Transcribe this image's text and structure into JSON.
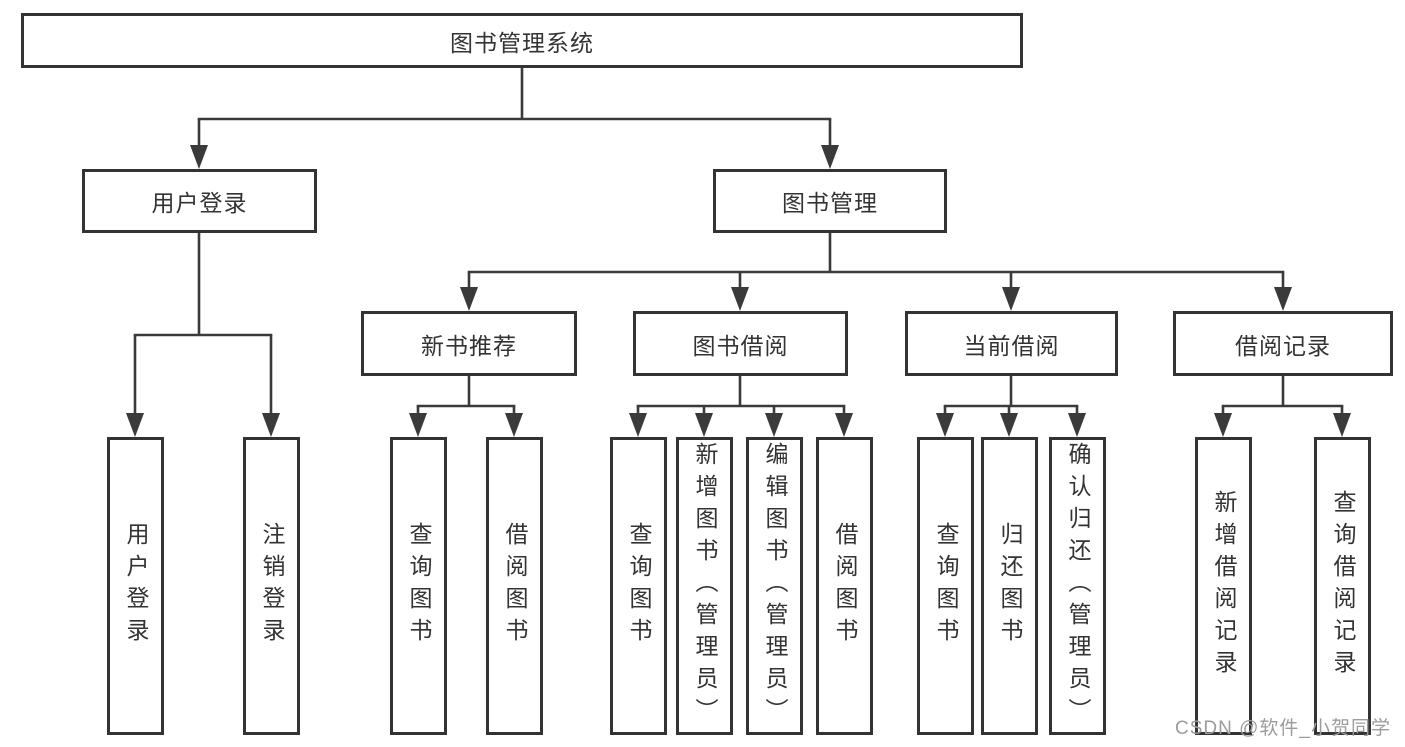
{
  "tree": {
    "label": "图书管理系统",
    "children": [
      {
        "label": "用户登录",
        "children": [
          {
            "label": "用户登录"
          },
          {
            "label": "注销登录"
          }
        ]
      },
      {
        "label": "图书管理",
        "children": [
          {
            "label": "新书推荐",
            "children": [
              {
                "label": "查询图书"
              },
              {
                "label": "借阅图书"
              }
            ]
          },
          {
            "label": "图书借阅",
            "children": [
              {
                "label": "查询图书"
              },
              {
                "label": "新增图书（管理员）"
              },
              {
                "label": "编辑图书（管理员）"
              },
              {
                "label": "借阅图书"
              }
            ]
          },
          {
            "label": "当前借阅",
            "children": [
              {
                "label": "查询图书"
              },
              {
                "label": "归还图书"
              },
              {
                "label": "确认归还（管理员）"
              }
            ]
          },
          {
            "label": "借阅记录",
            "children": [
              {
                "label": "新增借阅记录"
              },
              {
                "label": "查询借阅记录"
              }
            ]
          }
        ]
      }
    ]
  },
  "watermark": {
    "text": "CSDN @软件_小贺同学",
    "color": "#9c9c9c"
  },
  "colors": {
    "line": "#3a3a3a",
    "box_border": "#333333",
    "text": "#333333",
    "background": "#ffffff"
  }
}
